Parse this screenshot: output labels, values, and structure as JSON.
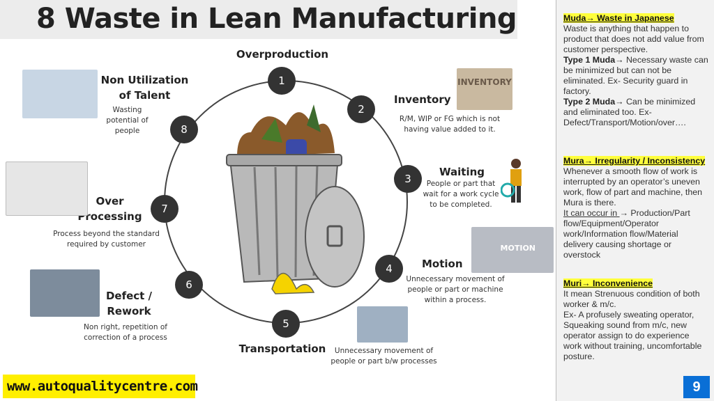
{
  "title": "8 Waste in Lean Manufacturing",
  "wastes": [
    {
      "num": "1",
      "label": "Overproduction",
      "desc": ""
    },
    {
      "num": "2",
      "label": "Inventory",
      "desc": "R/M, WIP or FG which is not having value added to it."
    },
    {
      "num": "3",
      "label": "Waiting",
      "desc": "People or part that wait for a work cycle to be completed."
    },
    {
      "num": "4",
      "label": "Motion",
      "desc": "Unnecessary movement of people or part or machine within a process."
    },
    {
      "num": "5",
      "label": "Transportation",
      "desc": "Unnecessary movement of people or part b/w processes"
    },
    {
      "num": "6",
      "label": "Defect / Rework",
      "desc": "Non right, repetition of correction of a process"
    },
    {
      "num": "7",
      "label": "Over Processing",
      "desc": "Process beyond the standard required by customer"
    },
    {
      "num": "8",
      "label": "Non Utilization of Talent",
      "desc": "Wasting potential of people"
    }
  ],
  "panel": {
    "muda": {
      "heading": "Muda→ Waste in Japanese",
      "text": "Waste is anything that happen to product that does not add value from customer perspective.",
      "type1_label": "Type 1 Muda→",
      "type1_text": " Necessary waste can be minimized but can not be eliminated. Ex- Security guard in factory.",
      "type2_label": "Type 2 Muda→",
      "type2_text": " Can be minimized and eliminated too. Ex- Defect/Transport/Motion/over…."
    },
    "mura": {
      "heading": "Mura→ Irregularity / Inconsistency",
      "text": "Whenever a smooth flow of work is interrupted by an operator’s uneven work, flow of part and machine, then Mura is there.",
      "occur_label": "It can occur in ",
      "occur_text": "→ Production/Part flow/Equipment/Operator work/Information flow/Material delivery causing shortage or overstock"
    },
    "muri": {
      "heading": "Muri→ Inconvenience",
      "text": "It mean Strenuous condition of both worker & m/c.",
      "example": "Ex- A profusely sweating operator, Squeaking sound from m/c, new operator assign to do experience work without training, uncomfortable posture."
    }
  },
  "page_number": "9",
  "website": "www.autoqualitycentre.com",
  "image_texts": {
    "inventory": "INVENTORY",
    "motion": "MOTION"
  }
}
